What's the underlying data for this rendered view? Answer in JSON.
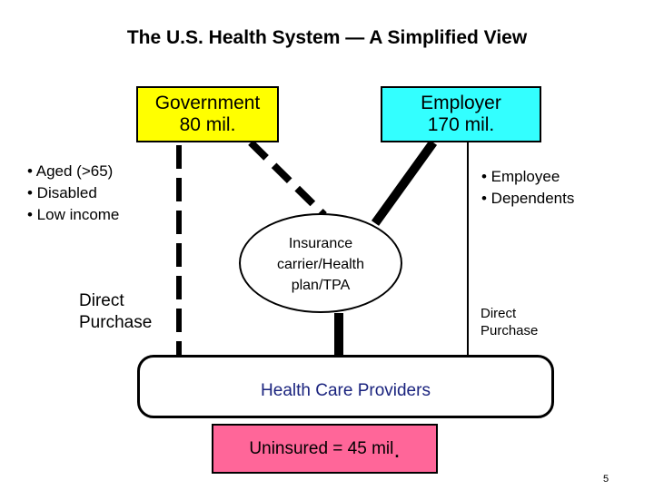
{
  "title": "The U.S. Health System — A Simplified View",
  "government": {
    "line1": "Government",
    "line2": "80 mil."
  },
  "employer": {
    "line1": "Employer",
    "line2": "170 mil."
  },
  "gov_groups": [
    "• Aged (>65)",
    "• Disabled",
    "• Low income"
  ],
  "emp_groups": [
    "• Employee",
    "• Dependents"
  ],
  "direct_left": {
    "line1": "Direct",
    "line2": "Purchase"
  },
  "direct_right": {
    "line1": "Direct",
    "line2": "Purchase"
  },
  "insurance": [
    "Insurance",
    "carrier/Health",
    "plan/TPA"
  ],
  "providers": "Health Care Providers",
  "uninsured": "Uninsured = 45 mil",
  "uninsured_dot": ".",
  "page_number": "5",
  "colors": {
    "government": "#ffff00",
    "employer": "#33ffff",
    "uninsured": "#ff6699",
    "providers_text": "#1a237e"
  }
}
